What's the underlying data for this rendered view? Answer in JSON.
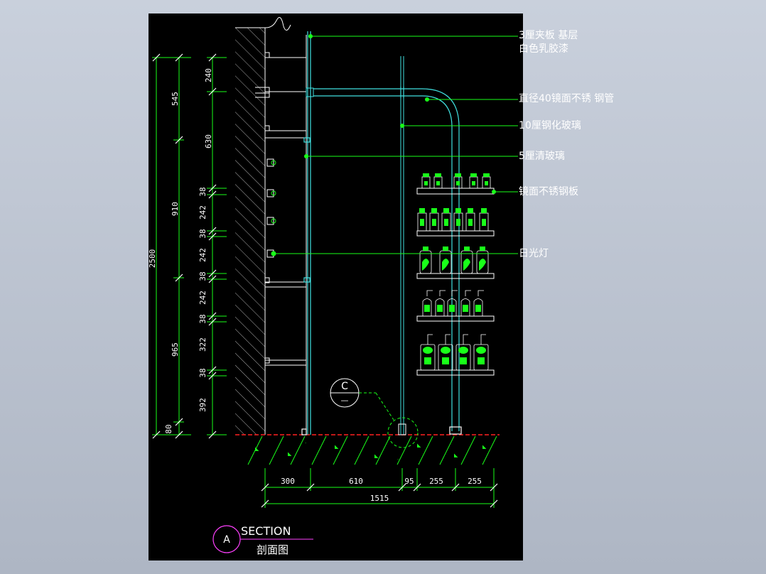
{
  "drawing": {
    "background": "#000000",
    "colors": {
      "green": "#19ff19",
      "cyan": "#40e0e0",
      "white": "#ffffff",
      "red": "#ff2020",
      "magenta": "#ff40ff",
      "hatch": "#ffffff"
    },
    "annotations": [
      {
        "text": "3厘夹板 基层"
      },
      {
        "text": "白色乳胶漆"
      },
      {
        "text": "直径40镜面不锈 钢管"
      },
      {
        "text": "10厘钢化玻璃"
      },
      {
        "text": "5厘清玻璃"
      },
      {
        "text": "镜面不锈钢板"
      },
      {
        "text": "日光灯"
      }
    ],
    "dims_outer": [
      "545",
      "630",
      "910",
      "965",
      "80"
    ],
    "dims_total": "2500",
    "dims_inner": [
      "240",
      "38",
      "242",
      "38",
      "242",
      "38",
      "242",
      "38",
      "322",
      "38",
      "392"
    ],
    "dims_bottom": [
      "300",
      "610",
      "95",
      "255",
      "255"
    ],
    "dims_bottom_total": "1515",
    "detail_callout": {
      "top": "C",
      "bottom": "—"
    },
    "section_marker": "A",
    "title": "SECTION",
    "subtitle": "剖面图"
  }
}
